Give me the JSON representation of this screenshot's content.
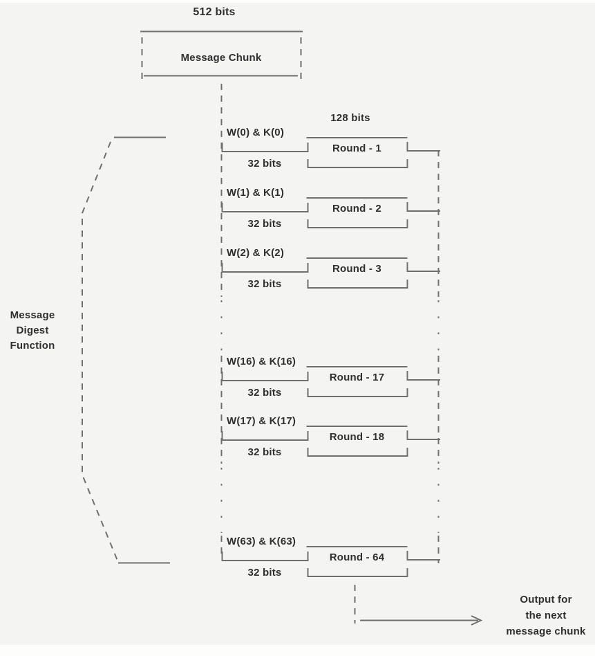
{
  "colors": {
    "background": "#f4f4f2",
    "line": "#6f6f6f",
    "text": "#2f2f2f"
  },
  "chunk": {
    "size_label": "512 bits",
    "box_label": "Message Chunk"
  },
  "state_size_label": "128 bits",
  "digest_brace_label": "Message\nDigest\nFunction",
  "rounds": [
    {
      "wk": "W(0) & K(0)",
      "round": "Round - 1",
      "bits": "32 bits"
    },
    {
      "wk": "W(1) & K(1)",
      "round": "Round - 2",
      "bits": "32 bits"
    },
    {
      "wk": "W(2) & K(2)",
      "round": "Round - 3",
      "bits": "32 bits"
    },
    {
      "wk": "W(16) & K(16)",
      "round": "Round - 17",
      "bits": "32 bits"
    },
    {
      "wk": "W(17) & K(17)",
      "round": "Round - 18",
      "bits": "32 bits"
    },
    {
      "wk": "W(63) & K(63)",
      "round": "Round - 64",
      "bits": "32 bits"
    }
  ],
  "output_label": "Output for\nthe next\nmessage chunk"
}
